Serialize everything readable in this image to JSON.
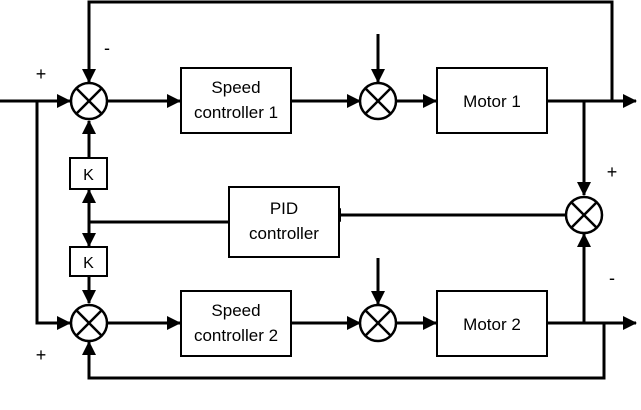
{
  "blocks": {
    "speed_controller_1": [
      "Speed",
      "controller 1"
    ],
    "motor_1": "Motor 1",
    "pid_controller": [
      "PID",
      "controller"
    ],
    "speed_controller_2": [
      "Speed",
      "controller 2"
    ],
    "motor_2": "Motor 2",
    "gain_top": "K",
    "gain_bottom": "K"
  },
  "signs": {
    "input_top": "+",
    "feedback_top": "-",
    "input_bottom": "+",
    "feedback_bottom": "-",
    "diff_plus": "+",
    "diff_minus": "-"
  }
}
